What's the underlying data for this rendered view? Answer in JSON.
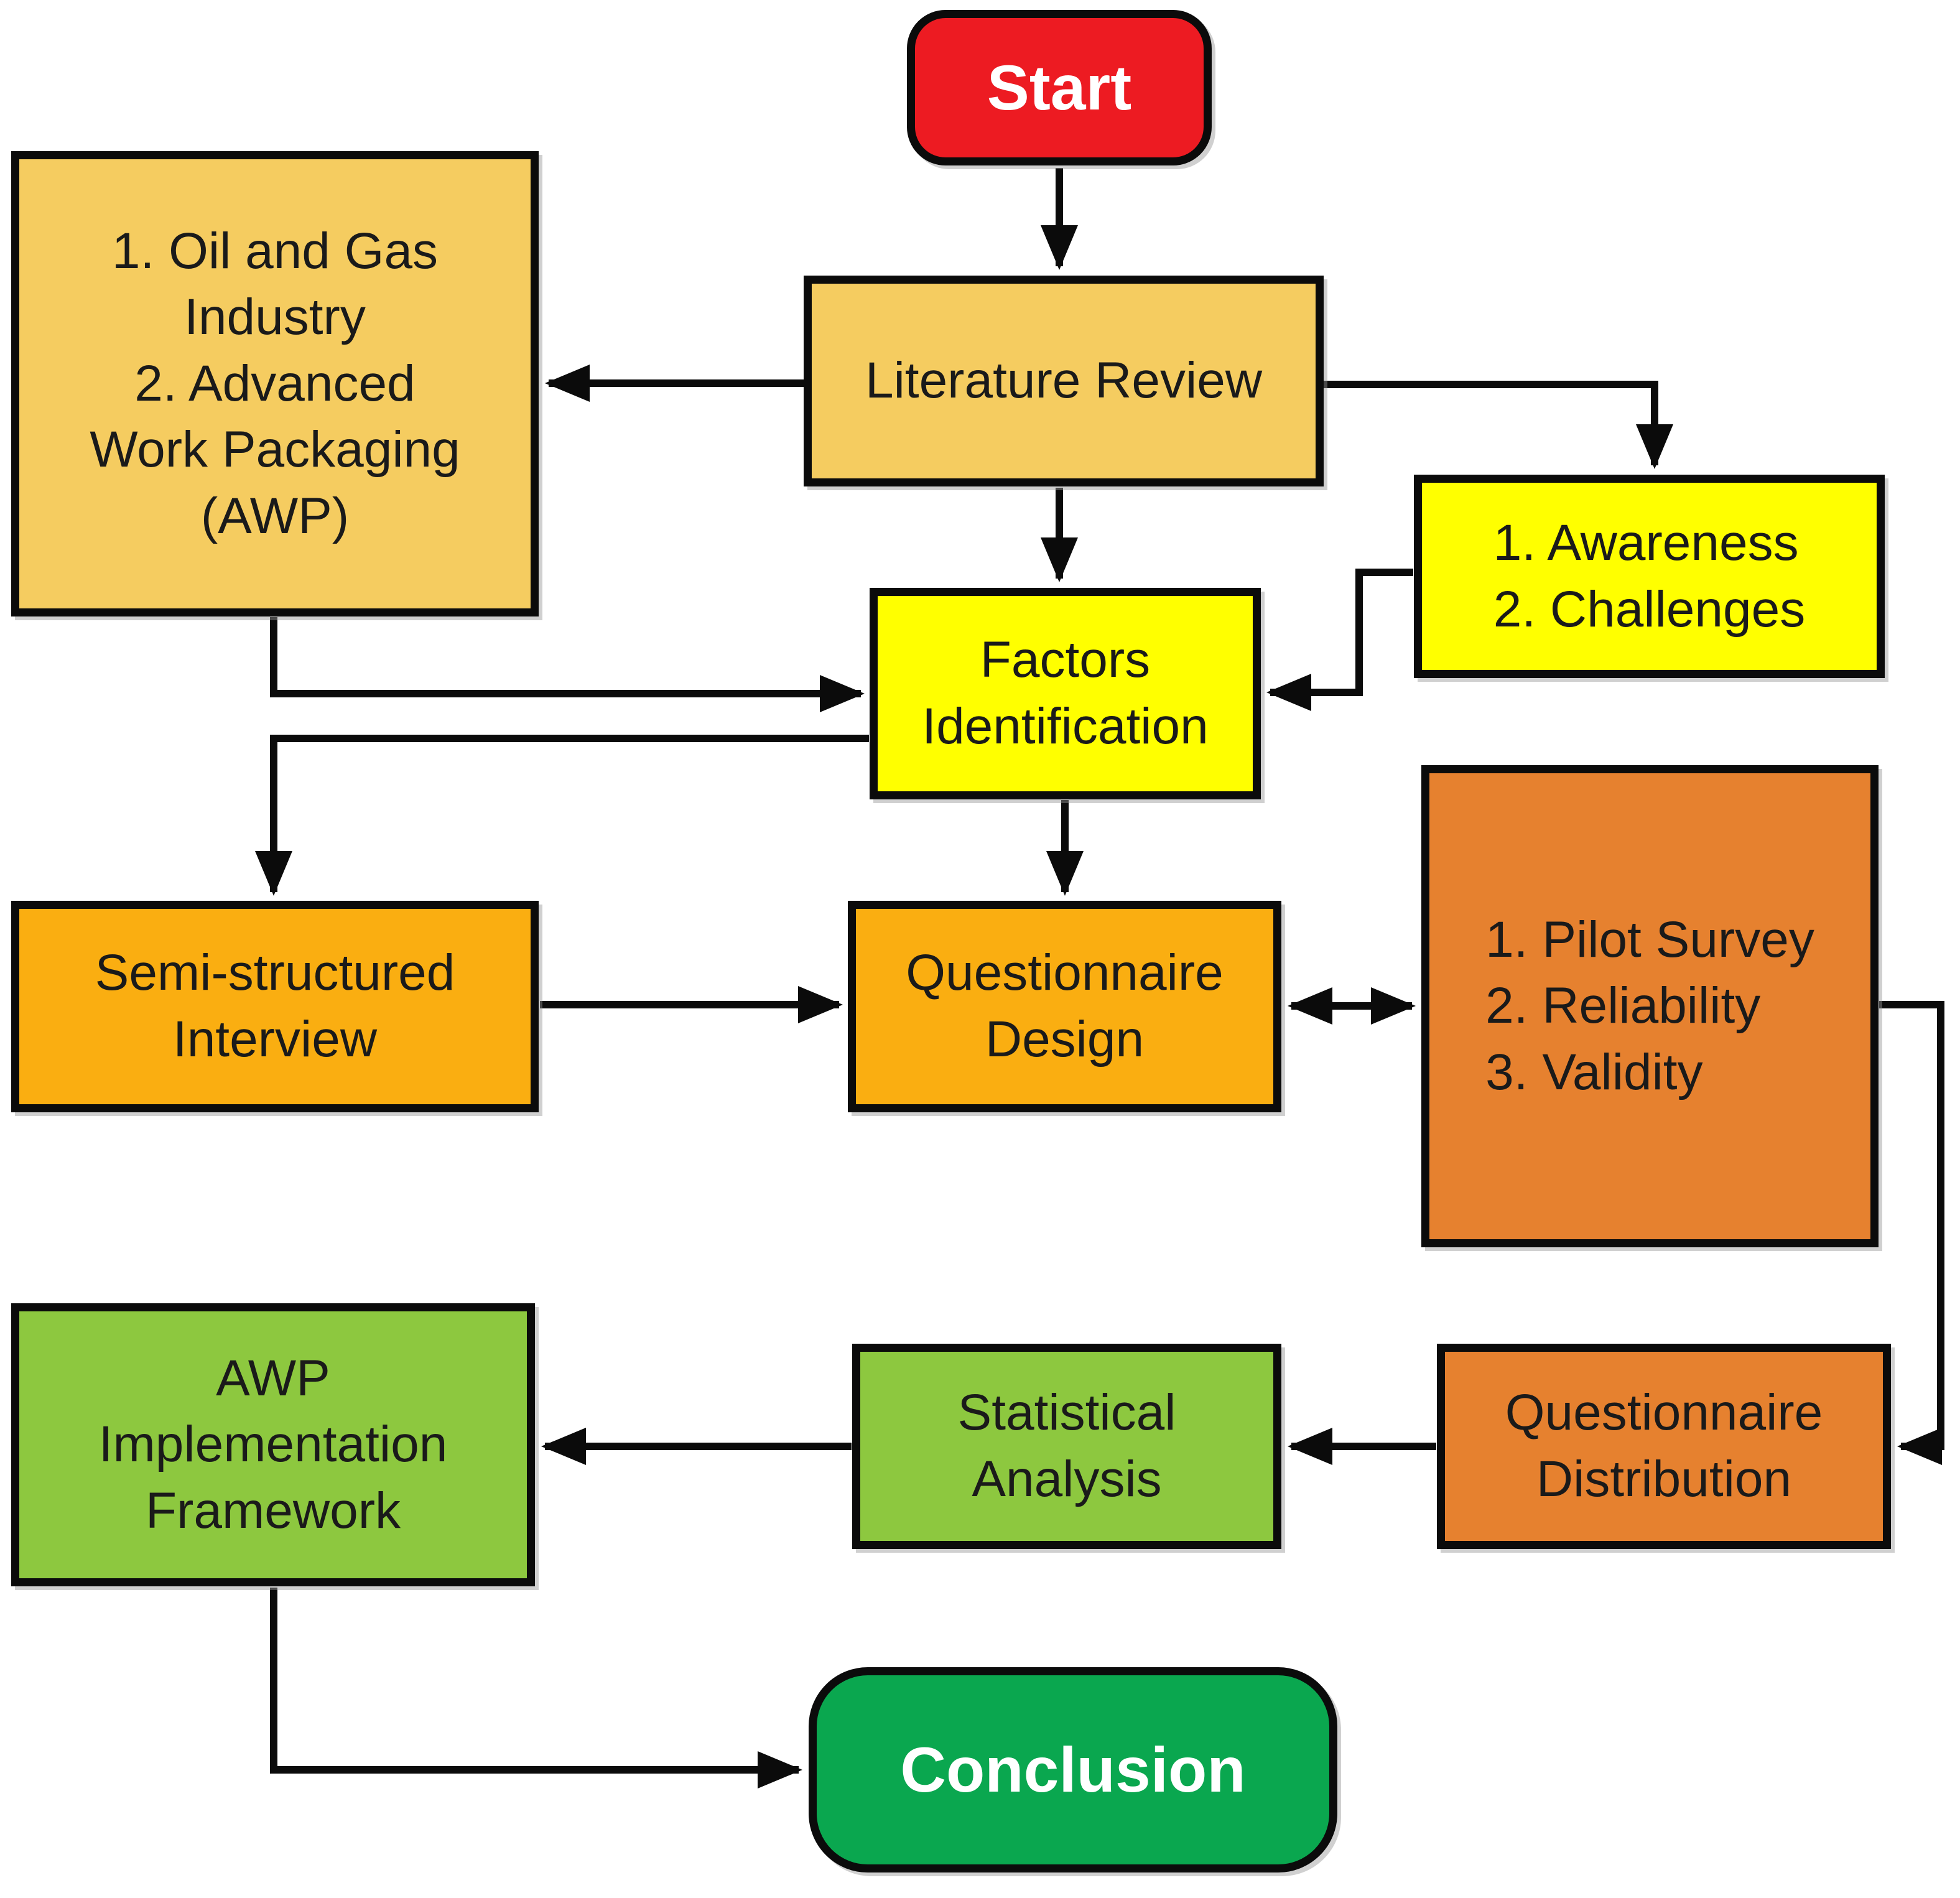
{
  "palette": {
    "terminal_red": "#ED1B22",
    "tan": "#F5CC60",
    "yellow": "#FFFF00",
    "amber": "#FAAE11",
    "dark_orange": "#E6812F",
    "light_green": "#8DC83F",
    "green": "#0AA74F",
    "line_black": "#0B0B0B",
    "text_dark": "#1A1A1A",
    "text_light": "#FFFFFF"
  },
  "nodes": {
    "start": {
      "label": "Start",
      "fill": "#ED1B22",
      "text_color": "#FFFFFF"
    },
    "literature_review": {
      "label": "Literature Review",
      "fill": "#F5CC60",
      "text_color": "#1A1A1A"
    },
    "oil_gas": {
      "label": "1. Oil and Gas\nIndustry\n2. Advanced\nWork Packaging\n(AWP)",
      "fill": "#F5CC60",
      "text_color": "#1A1A1A"
    },
    "awareness": {
      "label": "1. Awareness\n2. Challenges",
      "fill": "#FFFF00",
      "text_color": "#1A1A1A"
    },
    "factors": {
      "label": "Factors\nIdentification",
      "fill": "#FFFF00",
      "text_color": "#1A1A1A"
    },
    "semi_interview": {
      "label": "Semi-structured\nInterview",
      "fill": "#FAAE11",
      "text_color": "#1A1A1A"
    },
    "questionnaire_design": {
      "label": "Questionnaire\nDesign",
      "fill": "#FAAE11",
      "text_color": "#1A1A1A"
    },
    "pilot": {
      "label": "1. Pilot Survey\n2. Reliability\n3. Validity",
      "fill": "#E6812F",
      "text_color": "#1A1A1A"
    },
    "questionnaire_distribution": {
      "label": "Questionnaire\nDistribution",
      "fill": "#E6812F",
      "text_color": "#1A1A1A"
    },
    "statistical_analysis": {
      "label": "Statistical\nAnalysis",
      "fill": "#8DC83F",
      "text_color": "#1A1A1A"
    },
    "awp_framework": {
      "label": "AWP\nImplementation\nFramework",
      "fill": "#8DC83F",
      "text_color": "#1A1A1A"
    },
    "conclusion": {
      "label": "Conclusion",
      "fill": "#0AA74F",
      "text_color": "#FFFFFF"
    }
  },
  "edges": [
    {
      "from": "start",
      "to": "literature_review",
      "style": "arrow"
    },
    {
      "from": "literature_review",
      "to": "oil_gas",
      "style": "arrow"
    },
    {
      "from": "literature_review",
      "to": "awareness",
      "style": "arrow"
    },
    {
      "from": "literature_review",
      "to": "factors",
      "style": "arrow"
    },
    {
      "from": "oil_gas",
      "to": "factors",
      "style": "arrow"
    },
    {
      "from": "awareness",
      "to": "factors",
      "style": "arrow"
    },
    {
      "from": "factors",
      "to": "semi_interview",
      "style": "arrow"
    },
    {
      "from": "factors",
      "to": "questionnaire_design",
      "style": "arrow"
    },
    {
      "from": "semi_interview",
      "to": "questionnaire_design",
      "style": "arrow"
    },
    {
      "from": "questionnaire_design",
      "to": "pilot",
      "style": "double-arrow"
    },
    {
      "from": "pilot",
      "to": "questionnaire_distribution",
      "style": "arrow"
    },
    {
      "from": "questionnaire_distribution",
      "to": "statistical_analysis",
      "style": "arrow"
    },
    {
      "from": "statistical_analysis",
      "to": "awp_framework",
      "style": "arrow"
    },
    {
      "from": "awp_framework",
      "to": "conclusion",
      "style": "arrow"
    }
  ]
}
